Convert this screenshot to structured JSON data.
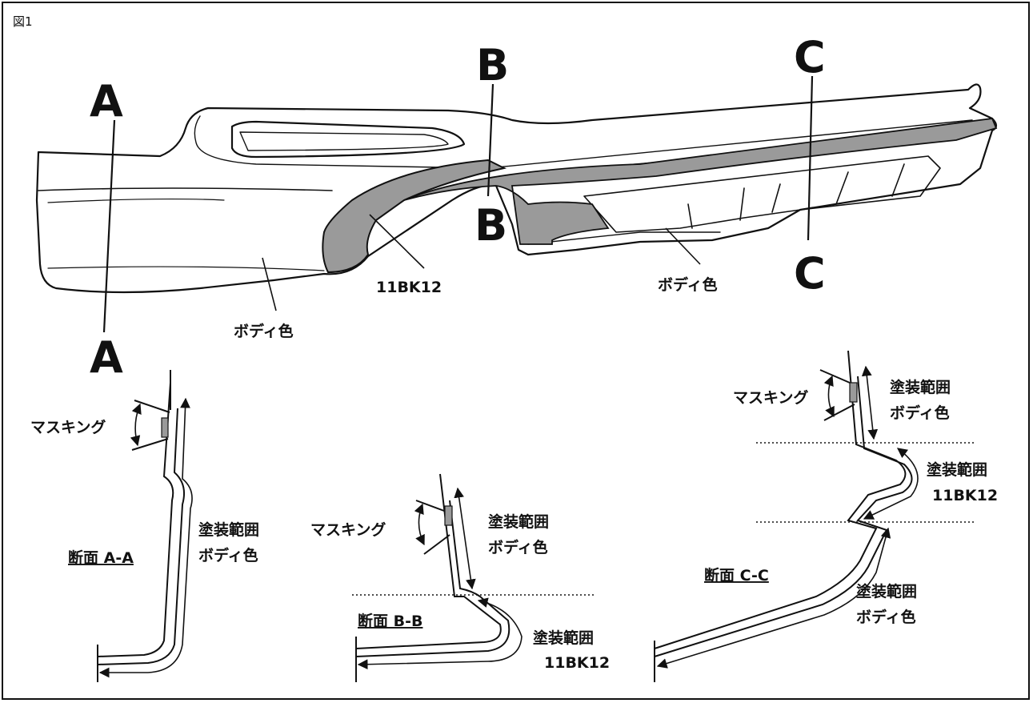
{
  "figure_label": "図1",
  "section_markers": {
    "a_top": "A",
    "a_bottom": "A",
    "b_top": "B",
    "b_bottom": "B",
    "c_top": "C",
    "c_bottom": "C"
  },
  "part_callouts": {
    "body_color_left": "ボディ色",
    "black_11bk12": "11BK12",
    "body_color_right": "ボディ色"
  },
  "section_aa": {
    "title": "断面 A-A",
    "masking": "マスキング",
    "paint_range": "塗装範囲",
    "paint_color": "ボディ色"
  },
  "section_bb": {
    "title": "断面 B-B",
    "masking": "マスキング",
    "upper_paint_range": "塗装範囲",
    "upper_paint_color": "ボディ色",
    "lower_paint_range": "塗装範囲",
    "lower_paint_color": "11BK12"
  },
  "section_cc": {
    "title": "断面 C-C",
    "masking": "マスキング",
    "top_paint_range": "塗装範囲",
    "top_paint_color": "ボディ色",
    "mid_paint_range": "塗装範囲",
    "mid_paint_color": "11BK12",
    "bottom_paint_range": "塗装範囲",
    "bottom_paint_color": "ボディ色"
  },
  "colors": {
    "line": "#111111",
    "black_part_fill": "#9a9a9a",
    "masking_fill": "#9a9a9a"
  }
}
